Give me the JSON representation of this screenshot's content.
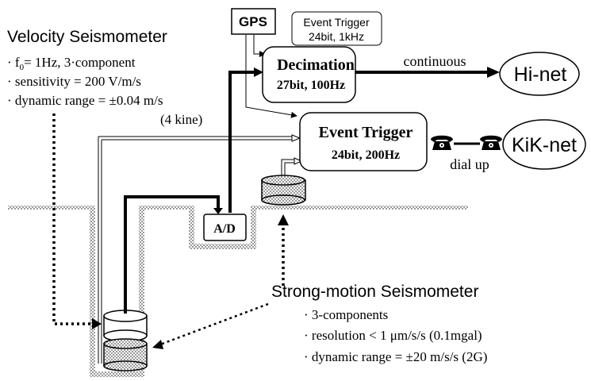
{
  "velocity": {
    "title": "Velocity Seismometer",
    "specs": [
      "f0 = 1Hz,  3-component",
      "sensitivity = 200 V/m/s",
      "dynamic range = ±0.04 m/s",
      "(4 kine)"
    ]
  },
  "gps": {
    "label": "GPS"
  },
  "trigger_small": {
    "line1": "Event  Trigger",
    "line2": "24bit, 1kHz"
  },
  "decimation": {
    "title": "Decimation",
    "spec": "27bit, 100Hz"
  },
  "continuous_label": "continuous",
  "hinet": {
    "label": "Hi-net"
  },
  "event_trigger": {
    "title": "Event Trigger",
    "spec": "24bit, 200Hz"
  },
  "kiknet": {
    "label": "KiK-net"
  },
  "dialup_label": "dial up",
  "ad": {
    "label": "A/D"
  },
  "strong_motion": {
    "title": "Strong-motion Seismometer",
    "specs": [
      "3-components",
      "resolution < 1 μm/s/s (0.1mgal)",
      "dynamic range = ±20 m/s/s (2G)"
    ]
  },
  "icons": {
    "telephone_left": "telephone-icon",
    "telephone_right": "telephone-icon"
  }
}
